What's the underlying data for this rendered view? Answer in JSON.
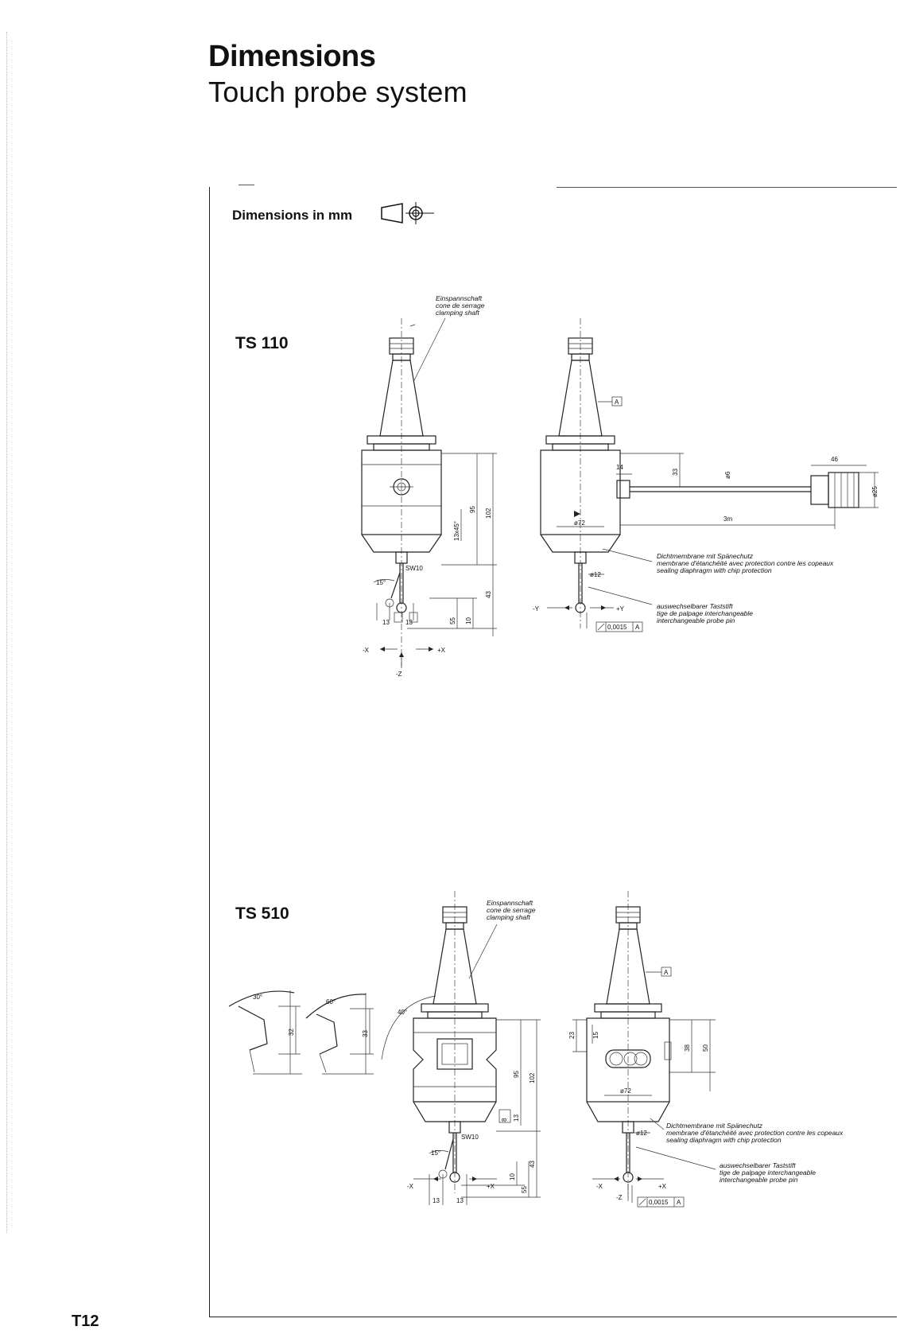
{
  "header": {
    "title": "Dimensions",
    "subtitle": "Touch probe system"
  },
  "units_label": "Dimensions in mm",
  "page_number": "T12",
  "models": [
    {
      "name": "TS 110",
      "shaft_label": [
        "Einspannschaft",
        "cone de serrage",
        "clamping shaft"
      ],
      "seal_label": [
        "Dichtmembrane mit Spänechutz",
        "membrane d'étanchéité avec protection contre les copeaux",
        "sealing diaphragm with chip protection"
      ],
      "pin_label": [
        "auswechselbarer Taststift",
        "tige de palpage interchangeable",
        "interchangeable probe pin"
      ],
      "dims": {
        "d95": "95",
        "d102": "102",
        "d43": "43",
        "d55": "55",
        "d10": "10",
        "d13a": "13",
        "d13b": "13",
        "chamfer": "13x45°",
        "sw": "SW10",
        "ang": "15°",
        "dia72": "ø72",
        "dia12": "ø12",
        "d14": "14",
        "d33": "33",
        "dia6": "ø6",
        "d46": "46",
        "dia25": "ø25",
        "cable": "3m",
        "tol": "0,0015",
        "datum": "A"
      },
      "axes": {
        "neg_x": "-X",
        "pos_x": "+X",
        "neg_z": "-Z",
        "neg_y": "-Y",
        "pos_y": "+Y"
      }
    },
    {
      "name": "TS 510",
      "shaft_label": [
        "Einspannschaft",
        "cone de serrage",
        "clamping shaft"
      ],
      "seal_label": [
        "Dichtmembrane mit Spänechutz",
        "membrane d'étanchéité avec protection contre les copeaux",
        "sealing diaphragm with chip protection"
      ],
      "pin_label": [
        "auswechselbarer Taststift",
        "tige de palpage interchangeable",
        "interchangeable probe pin"
      ],
      "dims": {
        "a30": "30°",
        "a60": "60°",
        "a40": "40°",
        "d32": "32",
        "d33": "33",
        "d95": "95",
        "d102": "102",
        "d43": "43",
        "d10": "10",
        "d55": "55",
        "d13a": "13",
        "d13b": "13",
        "d8": "8",
        "d13c": "13",
        "sw": "SW10",
        "ang": "15°",
        "d23": "23",
        "d15": "15",
        "d38": "38",
        "d50": "50",
        "dia72": "ø72",
        "dia12": "ø12",
        "tol": "0,0015",
        "datum": "A"
      },
      "axes": {
        "neg_x": "-X",
        "pos_x": "+X",
        "neg_z": "-Z"
      }
    }
  ]
}
